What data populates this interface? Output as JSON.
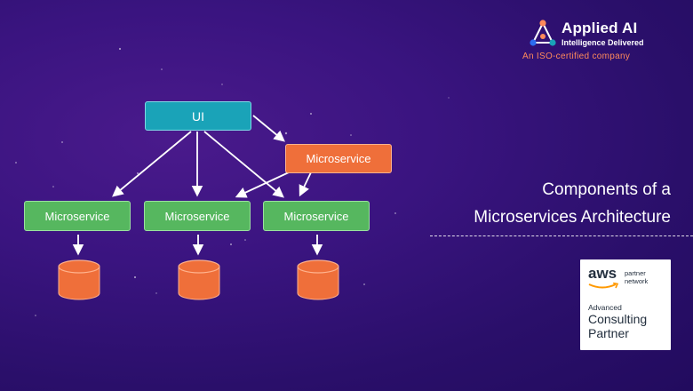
{
  "brand": {
    "name": "Applied AI",
    "tagline": "Intelligence Delivered",
    "iso": "An ISO-certified company",
    "colors": {
      "orange": "#ff8a5b",
      "blue": "#2c6cf0",
      "teal": "#1aa3b8"
    }
  },
  "diagram": {
    "ui_label": "UI",
    "top_service_label": "Microservice",
    "services": [
      {
        "label": "Microservice"
      },
      {
        "label": "Microservice"
      },
      {
        "label": "Microservice"
      }
    ],
    "colors": {
      "ui": "#1aa3b8",
      "service": "#56b75f",
      "top_service": "#ef6f3a",
      "database": "#ef6f3a"
    }
  },
  "title": {
    "line1": "Components of a",
    "line2": "Microservices Architecture"
  },
  "aws_badge": {
    "logo_text": "aws",
    "partner_line1": "partner",
    "partner_line2": "network",
    "tier": "Advanced",
    "level_line1": "Consulting",
    "level_line2": "Partner"
  }
}
